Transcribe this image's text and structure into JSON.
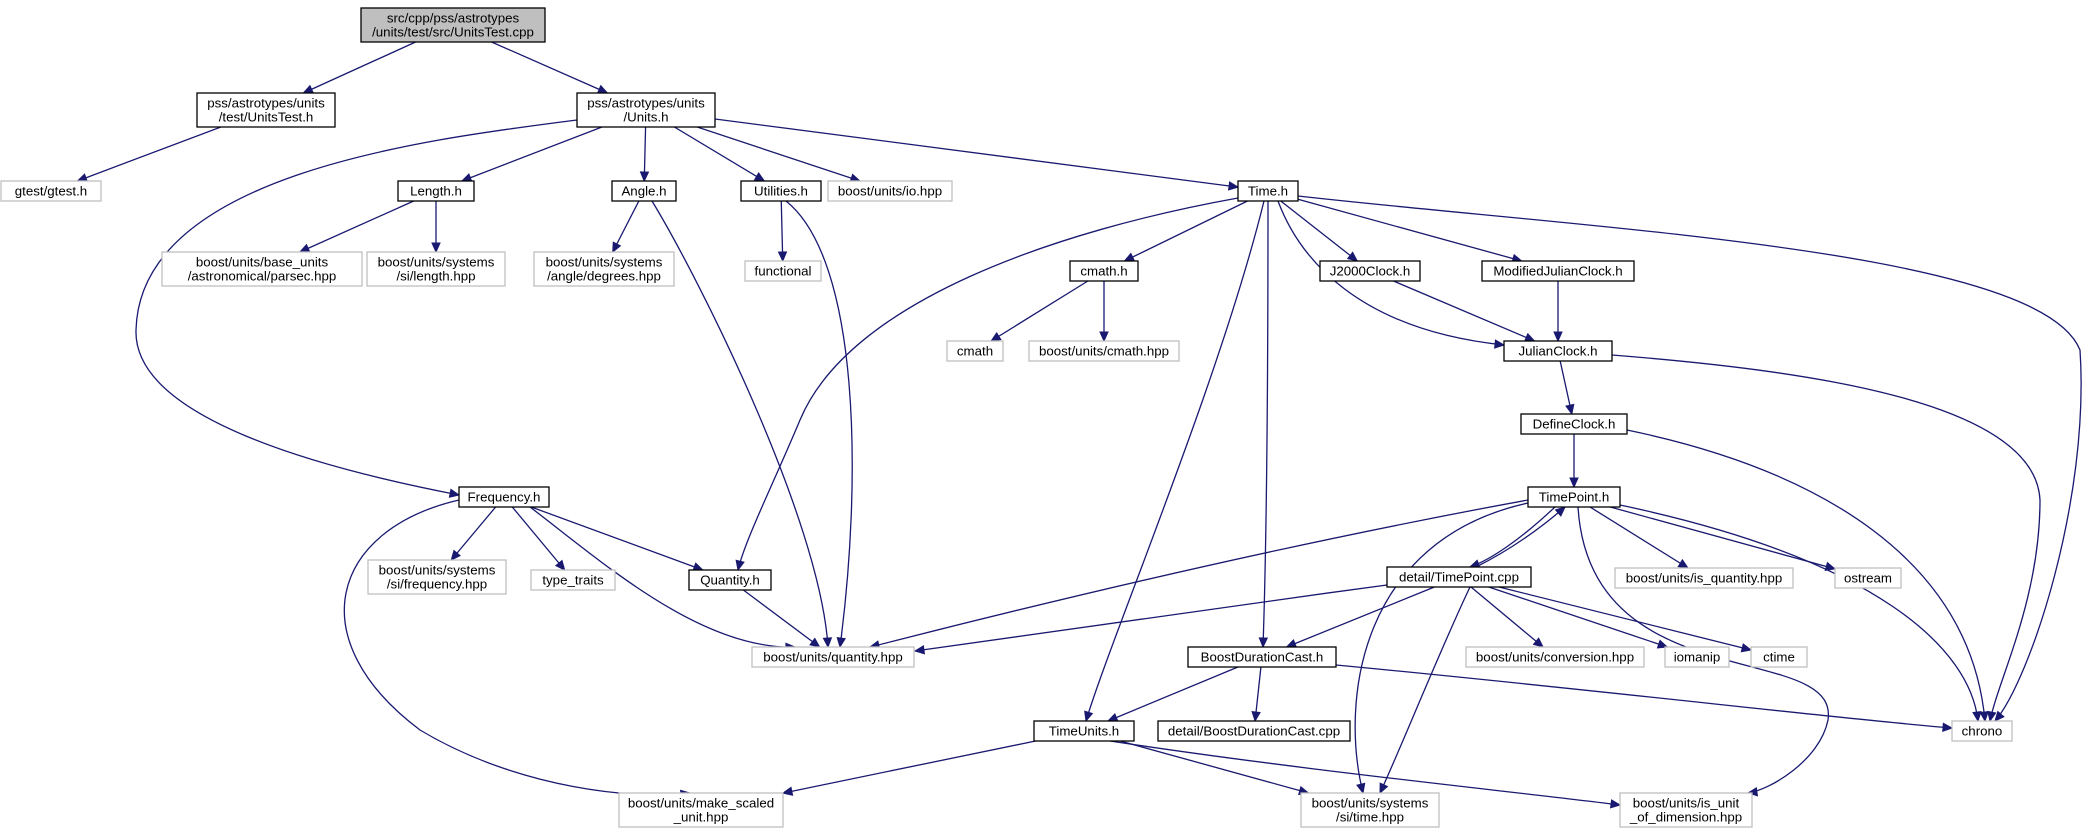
{
  "graph": {
    "colors": {
      "edge": "#191970",
      "root_fill": "#bfbfbf",
      "node_border": "#000000",
      "external_border": "#bfbfbf",
      "background": "#ffffff"
    },
    "nodes": [
      {
        "id": "root",
        "kind": "root",
        "lines": [
          "src/cpp/pss/astrotypes",
          "/units/test/src/UnitsTest.cpp"
        ]
      },
      {
        "id": "unitstest_h",
        "kind": "local",
        "lines": [
          "pss/astrotypes/units",
          "/test/UnitsTest.h"
        ]
      },
      {
        "id": "units_h",
        "kind": "local",
        "lines": [
          "pss/astrotypes/units",
          "/Units.h"
        ]
      },
      {
        "id": "gtest",
        "kind": "external",
        "lines": [
          "gtest/gtest.h"
        ]
      },
      {
        "id": "length_h",
        "kind": "local",
        "lines": [
          "Length.h"
        ]
      },
      {
        "id": "angle_h",
        "kind": "local",
        "lines": [
          "Angle.h"
        ]
      },
      {
        "id": "utilities_h",
        "kind": "local",
        "lines": [
          "Utilities.h"
        ]
      },
      {
        "id": "io_hpp",
        "kind": "external",
        "lines": [
          "boost/units/io.hpp"
        ]
      },
      {
        "id": "time_h",
        "kind": "local",
        "lines": [
          "Time.h"
        ]
      },
      {
        "id": "parsec",
        "kind": "external",
        "lines": [
          "boost/units/base_units",
          "/astronomical/parsec.hpp"
        ]
      },
      {
        "id": "si_length",
        "kind": "external",
        "lines": [
          "boost/units/systems",
          "/si/length.hpp"
        ]
      },
      {
        "id": "angle_degrees",
        "kind": "external",
        "lines": [
          "boost/units/systems",
          "/angle/degrees.hpp"
        ]
      },
      {
        "id": "functional",
        "kind": "external",
        "lines": [
          "functional"
        ]
      },
      {
        "id": "cmath_h",
        "kind": "local",
        "lines": [
          "cmath.h"
        ]
      },
      {
        "id": "j2000",
        "kind": "local",
        "lines": [
          "J2000Clock.h"
        ]
      },
      {
        "id": "mjc",
        "kind": "local",
        "lines": [
          "ModifiedJulianClock.h"
        ]
      },
      {
        "id": "cmath",
        "kind": "external",
        "lines": [
          "cmath"
        ]
      },
      {
        "id": "cmath_hpp",
        "kind": "external",
        "lines": [
          "boost/units/cmath.hpp"
        ]
      },
      {
        "id": "julian",
        "kind": "local",
        "lines": [
          "JulianClock.h"
        ]
      },
      {
        "id": "defineclock",
        "kind": "local",
        "lines": [
          "DefineClock.h"
        ]
      },
      {
        "id": "frequency_h",
        "kind": "local",
        "lines": [
          "Frequency.h"
        ]
      },
      {
        "id": "timepoint_h",
        "kind": "local",
        "lines": [
          "TimePoint.h"
        ]
      },
      {
        "id": "si_frequency",
        "kind": "external",
        "lines": [
          "boost/units/systems",
          "/si/frequency.hpp"
        ]
      },
      {
        "id": "type_traits",
        "kind": "external",
        "lines": [
          "type_traits"
        ]
      },
      {
        "id": "quantity_h",
        "kind": "local",
        "lines": [
          "Quantity.h"
        ]
      },
      {
        "id": "detail_tp",
        "kind": "local",
        "lines": [
          "detail/TimePoint.cpp"
        ]
      },
      {
        "id": "is_quantity",
        "kind": "external",
        "lines": [
          "boost/units/is_quantity.hpp"
        ]
      },
      {
        "id": "ostream",
        "kind": "external",
        "lines": [
          "ostream"
        ]
      },
      {
        "id": "quantity_hpp",
        "kind": "external",
        "lines": [
          "boost/units/quantity.hpp"
        ]
      },
      {
        "id": "bdc_h",
        "kind": "local",
        "lines": [
          "BoostDurationCast.h"
        ]
      },
      {
        "id": "conversion",
        "kind": "external",
        "lines": [
          "boost/units/conversion.hpp"
        ]
      },
      {
        "id": "iomanip",
        "kind": "external",
        "lines": [
          "iomanip"
        ]
      },
      {
        "id": "ctime",
        "kind": "external",
        "lines": [
          "ctime"
        ]
      },
      {
        "id": "timeunits_h",
        "kind": "local",
        "lines": [
          "TimeUnits.h"
        ]
      },
      {
        "id": "detail_bdc",
        "kind": "local",
        "lines": [
          "detail/BoostDurationCast.cpp"
        ]
      },
      {
        "id": "chrono",
        "kind": "external",
        "lines": [
          "chrono"
        ]
      },
      {
        "id": "make_scaled",
        "kind": "external",
        "lines": [
          "boost/units/make_scaled",
          "_unit.hpp"
        ]
      },
      {
        "id": "si_time",
        "kind": "external",
        "lines": [
          "boost/units/systems",
          "/si/time.hpp"
        ]
      },
      {
        "id": "is_unit",
        "kind": "external",
        "lines": [
          "boost/units/is_unit",
          "_of_dimension.hpp"
        ]
      }
    ],
    "edges": [
      [
        "root",
        "unitstest_h"
      ],
      [
        "root",
        "units_h"
      ],
      [
        "unitstest_h",
        "gtest"
      ],
      [
        "units_h",
        "frequency_h"
      ],
      [
        "units_h",
        "length_h"
      ],
      [
        "units_h",
        "angle_h"
      ],
      [
        "units_h",
        "utilities_h"
      ],
      [
        "units_h",
        "io_hpp"
      ],
      [
        "units_h",
        "time_h"
      ],
      [
        "length_h",
        "parsec"
      ],
      [
        "length_h",
        "si_length"
      ],
      [
        "angle_h",
        "angle_degrees"
      ],
      [
        "angle_h",
        "quantity_hpp"
      ],
      [
        "utilities_h",
        "functional"
      ],
      [
        "utilities_h",
        "quantity_hpp"
      ],
      [
        "time_h",
        "quantity_h"
      ],
      [
        "time_h",
        "cmath_h"
      ],
      [
        "time_h",
        "j2000"
      ],
      [
        "time_h",
        "mjc"
      ],
      [
        "time_h",
        "julian"
      ],
      [
        "time_h",
        "bdc_h"
      ],
      [
        "time_h",
        "timeunits_h"
      ],
      [
        "time_h",
        "chrono"
      ],
      [
        "cmath_h",
        "cmath"
      ],
      [
        "cmath_h",
        "cmath_hpp"
      ],
      [
        "j2000",
        "julian"
      ],
      [
        "mjc",
        "julian"
      ],
      [
        "julian",
        "defineclock"
      ],
      [
        "julian",
        "chrono"
      ],
      [
        "defineclock",
        "timepoint_h"
      ],
      [
        "defineclock",
        "chrono"
      ],
      [
        "frequency_h",
        "si_frequency"
      ],
      [
        "frequency_h",
        "type_traits"
      ],
      [
        "frequency_h",
        "quantity_h"
      ],
      [
        "frequency_h",
        "quantity_hpp"
      ],
      [
        "frequency_h",
        "make_scaled"
      ],
      [
        "quantity_h",
        "quantity_hpp"
      ],
      [
        "timepoint_h",
        "detail_tp"
      ],
      [
        "timepoint_h",
        "quantity_hpp"
      ],
      [
        "timepoint_h",
        "is_quantity"
      ],
      [
        "timepoint_h",
        "ostream"
      ],
      [
        "timepoint_h",
        "chrono"
      ],
      [
        "timepoint_h",
        "si_time"
      ],
      [
        "timepoint_h",
        "is_unit"
      ],
      [
        "detail_tp",
        "timepoint_h"
      ],
      [
        "detail_tp",
        "quantity_hpp"
      ],
      [
        "detail_tp",
        "bdc_h"
      ],
      [
        "detail_tp",
        "conversion"
      ],
      [
        "detail_tp",
        "iomanip"
      ],
      [
        "detail_tp",
        "ctime"
      ],
      [
        "detail_tp",
        "si_time"
      ],
      [
        "bdc_h",
        "timeunits_h"
      ],
      [
        "bdc_h",
        "detail_bdc"
      ],
      [
        "bdc_h",
        "chrono"
      ],
      [
        "timeunits_h",
        "make_scaled"
      ],
      [
        "timeunits_h",
        "si_time"
      ],
      [
        "timeunits_h",
        "is_unit"
      ]
    ]
  }
}
